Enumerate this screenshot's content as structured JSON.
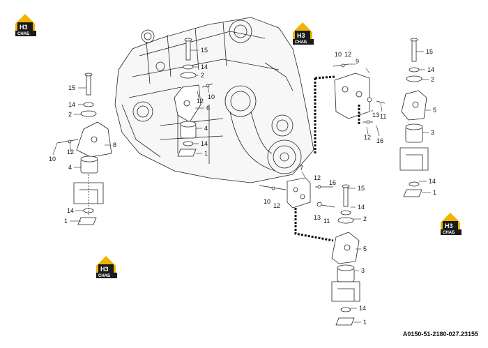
{
  "logo": {
    "mark": "H3",
    "word": "СНАБ",
    "color_dark": "#1a1a1a",
    "color_accent": "#f0b400"
  },
  "drawing_code": "A0150-51-2180-027.23155",
  "callouts": {
    "left_mount": [
      "15",
      "14",
      "2",
      "8",
      "10",
      "12",
      "4",
      "14",
      "1"
    ],
    "center_mount": [
      "15",
      "14",
      "2",
      "12",
      "10",
      "6",
      "4",
      "14",
      "1"
    ],
    "upper_right_bracket": [
      "10",
      "12",
      "9",
      "13",
      "11",
      "12",
      "16"
    ],
    "far_right_mount": [
      "15",
      "14",
      "2",
      "5",
      "3",
      "14",
      "1"
    ],
    "lower_right_bracket": [
      "7",
      "12",
      "16",
      "15",
      "10",
      "12",
      "14",
      "13",
      "11",
      "2"
    ],
    "lower_right_mount": [
      "5",
      "3",
      "14",
      "1"
    ]
  }
}
